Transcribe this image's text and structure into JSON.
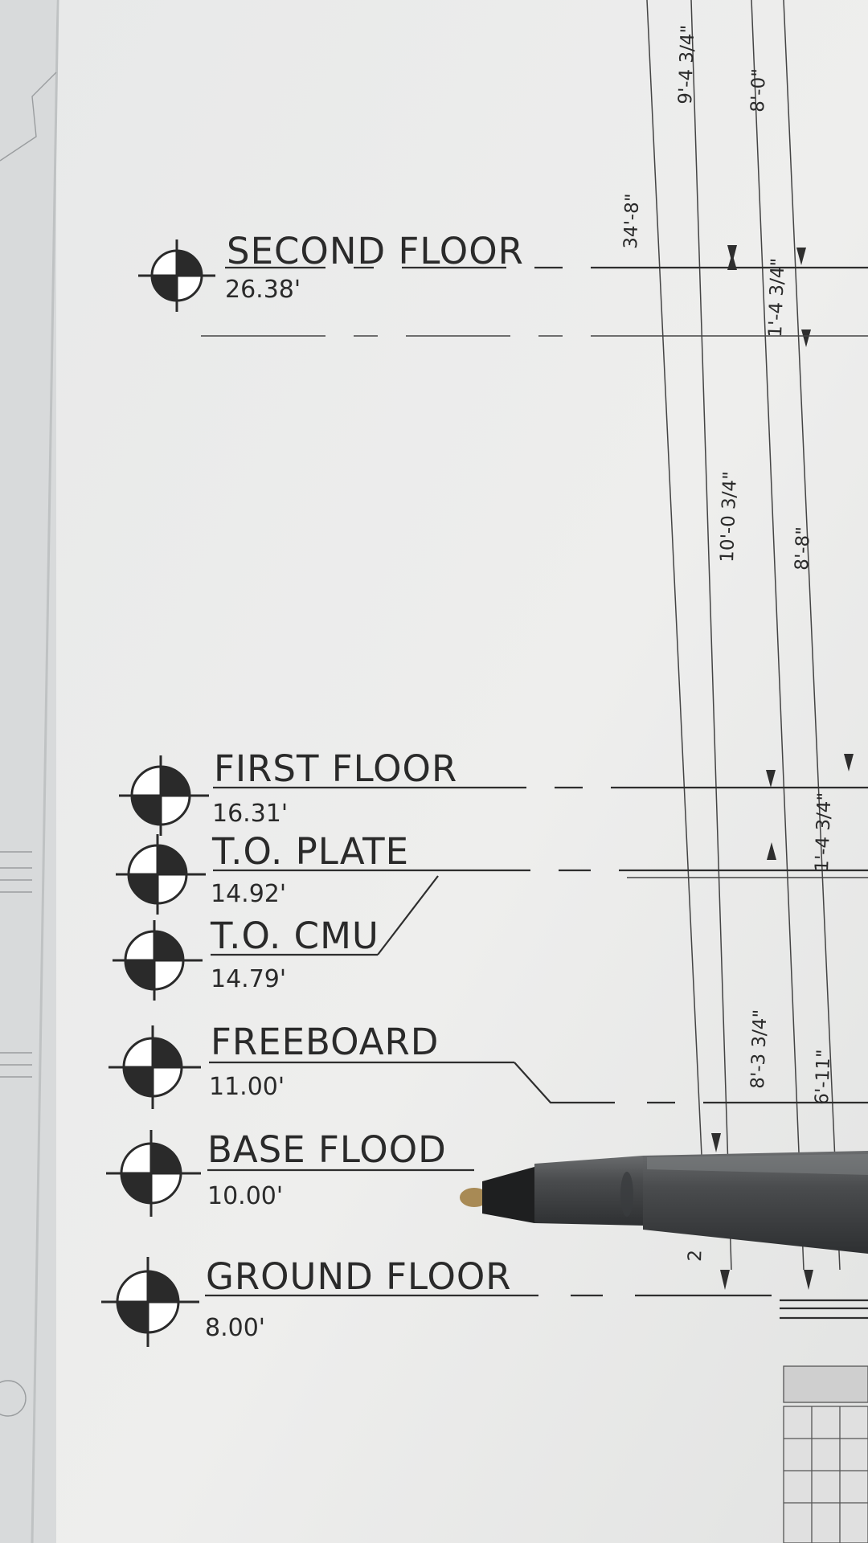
{
  "levels": [
    {
      "name": "SECOND FLOOR",
      "elevation": "26.38'"
    },
    {
      "name": "FIRST FLOOR",
      "elevation": "16.31'"
    },
    {
      "name": "T.O. PLATE",
      "elevation": "14.92'"
    },
    {
      "name": "T.O. CMU",
      "elevation": "14.79'"
    },
    {
      "name": "FREEBOARD",
      "elevation": "11.00'"
    },
    {
      "name": "BASE FLOOD",
      "elevation": "10.00'"
    },
    {
      "name": "GROUND FLOOR",
      "elevation": "8.00'"
    }
  ],
  "dimensions": {
    "d1": "9'-4 3/4\"",
    "d2": "8'-0\"",
    "d3": "34'-8\"",
    "d4": "1'-4 3/4\"",
    "d5": "10'-0 3/4\"",
    "d6": "8'-8\"",
    "d7": "1'-4 3/4\"",
    "d8": "8'-3 3/4\"",
    "d9": "6'-11\"",
    "d10": "2"
  },
  "colors": {
    "paper": "#ececeb",
    "ink": "#2a2a2a",
    "pen_body": "#4a4c4e",
    "pen_tip": "#a88a55"
  }
}
